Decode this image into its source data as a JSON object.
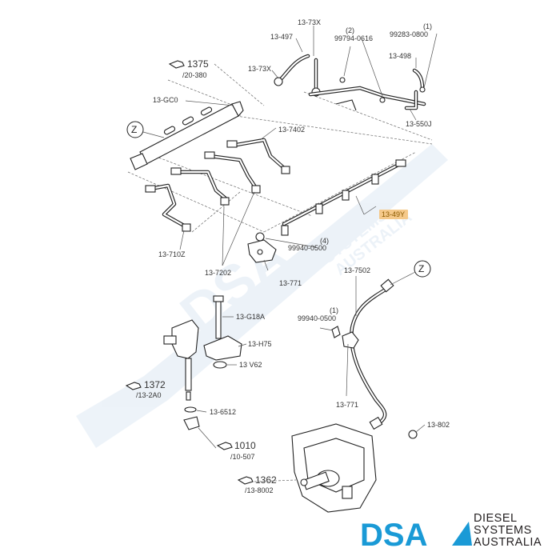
{
  "diagram": {
    "part_labels": {
      "p_13_73x_top": "13-73X",
      "p_13_497": "13-497",
      "p_99794": "99794-0616",
      "p_qty_2": "(2)",
      "p_99283": "99283-0800",
      "p_qty_1a": "(1)",
      "p_13_73x_mid": "13-73X",
      "p_13_498": "13-498",
      "p_13_gc0": "13-GC0",
      "p_13_550j": "13-550J",
      "p_13_7402": "13-7402",
      "p_13_49y": "13-49Y",
      "p_13_7102": "13-710Z",
      "p_99940_a": "99940-0500",
      "p_qty_4": "(4)",
      "p_13_7202": "13-7202",
      "p_13_771_a": "13-771",
      "p_13_7502": "13-7502",
      "p_13_g18a": "13-G18A",
      "p_99940_b": "99940-0500",
      "p_qty_1b": "(1)",
      "p_13_h75": "13-H75",
      "p_13_v62": "13 V62",
      "p_13_771_b": "13-771",
      "p_13_6512": "13-6512",
      "p_13_802": "13-802"
    },
    "refs": {
      "r1375_num": "1375",
      "r1375_sub": "/20-380",
      "r1372_num": "1372",
      "r1372_sub": "/13-2A0",
      "r1010_num": "1010",
      "r1010_sub": "/10-507",
      "r1362_num": "1362",
      "r1362_sub": "/13-8002"
    },
    "connector_marks": {
      "z1": "Z",
      "z2": "Z"
    },
    "highlight_color": "#f5c98a"
  },
  "watermark": {
    "text": "DSA",
    "line1": "DIESEL",
    "line2": "SYSTEMS",
    "line3": "AUSTRALIA"
  },
  "logo": {
    "wordmark": "DSA",
    "line1": "DIESEL",
    "line2": "SYSTEMS",
    "line3": "AUSTRALIA",
    "color_blue": "#1a9ad6",
    "color_dark": "#231f20"
  }
}
